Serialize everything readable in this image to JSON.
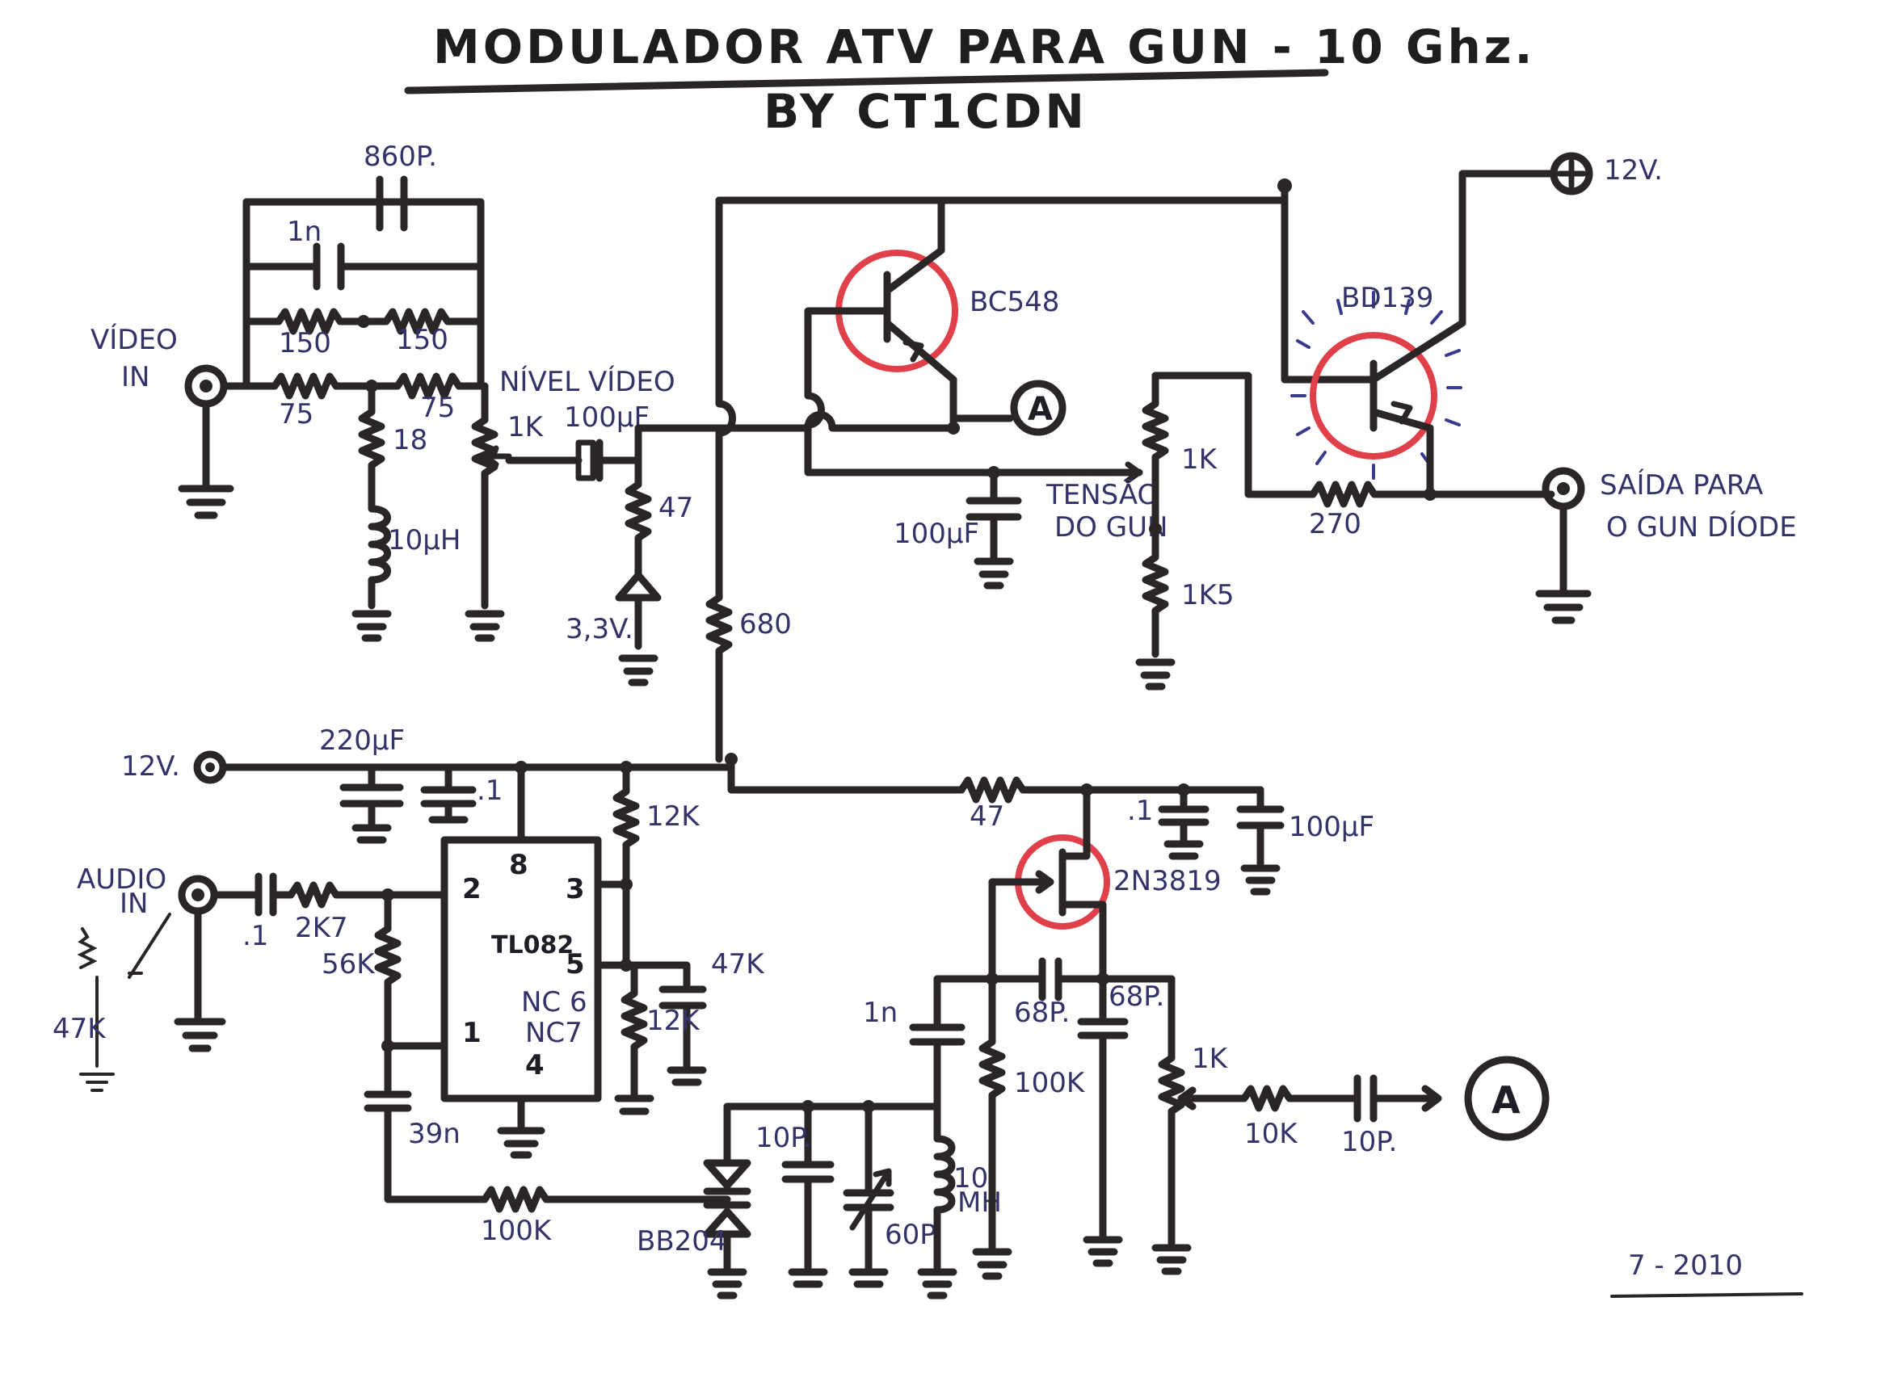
{
  "title": "MODULADOR ATV PARA GUN - 10 Ghz.",
  "subtitle": "BY CT1CDN",
  "date": "7 - 2010",
  "colors": {
    "ink": "#2a2626",
    "label": "#33336a",
    "highlight_red": "#e0404a",
    "highlight_blue": "#3a3a8c",
    "paper": "#ffffff"
  },
  "labels": {
    "video_in_1": "VÍDEO",
    "video_in_2": "IN",
    "audio_in_1": "AUDIO",
    "audio_in_2": "IN",
    "c_860p": "860P.",
    "c_1n_top": "1n",
    "r_150_a": "150",
    "r_150_b": "150",
    "r_75_a": "75",
    "r_75_b": "75",
    "r_18": "18",
    "l_10uh": "10µH",
    "nivel_video": "NÍVEL VÍDEO",
    "pot_1k_video": "1K",
    "c_100uf_a": "100µF",
    "r_47_a": "47",
    "zener": "3,3V.",
    "r_680": "680",
    "q_bc548": "BC548",
    "node_a_1": "A",
    "node_a_2": "A",
    "q_bd139": "BD139",
    "v12_top": "12V.",
    "pot_1k_gun": "1K",
    "tensao_1": "TENSÃO",
    "tensao_2": "DO GUN",
    "c_100uf_b": "100µF",
    "r_1k5": "1K5",
    "r_270": "270",
    "out_1": "SAÍDA PARA",
    "out_2": "O GUN DÍODE",
    "v12_left": "12V.",
    "c_220uf": "220µF",
    "c_01_a": ".1",
    "r_12k_a": "12K",
    "r_47_b": "47",
    "c_01_b": ".1",
    "c_100uf_c": "100µF",
    "q_2n3819": "2N3819",
    "c_01_c": ".1",
    "r_2k7": "2K7",
    "r_56k": "56K",
    "ic_tl082": "TL082",
    "pin_2": "2",
    "pin_8": "8",
    "pin_3": "3",
    "pin_5": "5",
    "pin_1": "1",
    "pin_4": "4",
    "nc6": "NC 6",
    "nc7": "NC7",
    "r_47k": "47K",
    "r_12k_b": "12K",
    "pot_47k": "47K",
    "c_39n": "39n",
    "r_100k_a": "100K",
    "d_bb204": "BB204",
    "c_10p_a": "10P.",
    "c_60p": "60P.",
    "l_10mh_1": "10",
    "l_10mh_2": "MH",
    "c_1n_b": "1n",
    "c_68p_a": "68P.",
    "c_68p_b": "68P.",
    "r_100k_b": "100K",
    "pot_1k_audio": "1K",
    "r_10k": "10K",
    "c_10p_b": "10P."
  }
}
